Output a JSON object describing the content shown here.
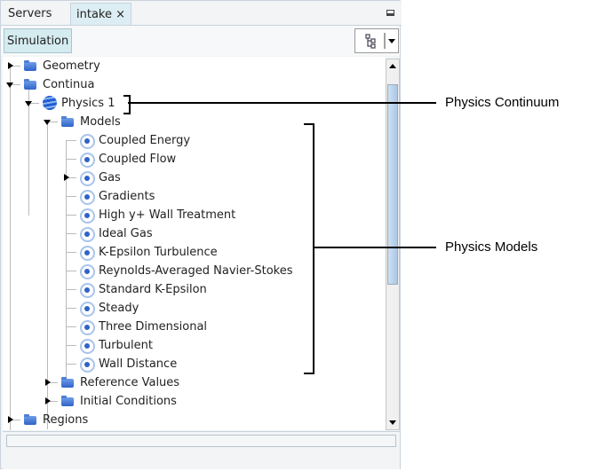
{
  "tabs": [
    {
      "label": "Servers"
    },
    {
      "label": "intake",
      "close": "×"
    }
  ],
  "toolbar": {
    "simulation": "Simulation"
  },
  "tree": {
    "geometry": "Geometry",
    "continua": "Continua",
    "physics": "Physics 1",
    "models": "Models",
    "model_items": [
      "Coupled Energy",
      "Coupled Flow",
      "Gas",
      "Gradients",
      "High y+ Wall Treatment",
      "Ideal Gas",
      "K-Epsilon Turbulence",
      "Reynolds-Averaged Navier-Stokes",
      "Standard K-Epsilon",
      "Steady",
      "Three Dimensional",
      "Turbulent",
      "Wall Distance"
    ],
    "reference_values": "Reference Values",
    "initial_conditions": "Initial Conditions",
    "regions": "Regions"
  },
  "annotations": {
    "continuum": "Physics Continuum",
    "models": "Physics Models"
  }
}
